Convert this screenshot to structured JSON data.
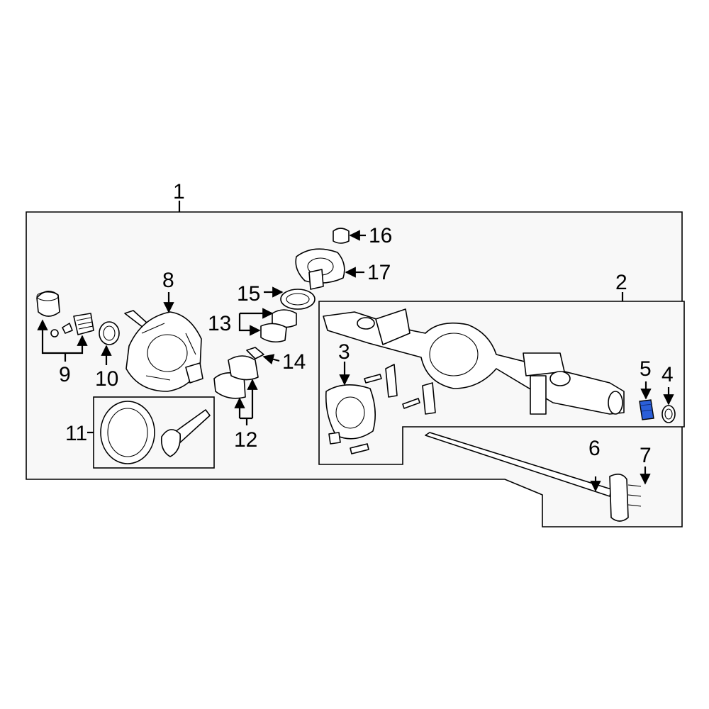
{
  "callouts": {
    "c1": "1",
    "c2": "2",
    "c3": "3",
    "c4": "4",
    "c5": "5",
    "c6": "6",
    "c7": "7",
    "c8": "8",
    "c9": "9",
    "c10": "10",
    "c11": "11",
    "c12": "12",
    "c13": "13",
    "c14": "14",
    "c15": "15",
    "c16": "16",
    "c17": "17"
  },
  "colors": {
    "highlight": "#2b5fd9",
    "line": "#000000",
    "panel": "#f8f8f8"
  }
}
